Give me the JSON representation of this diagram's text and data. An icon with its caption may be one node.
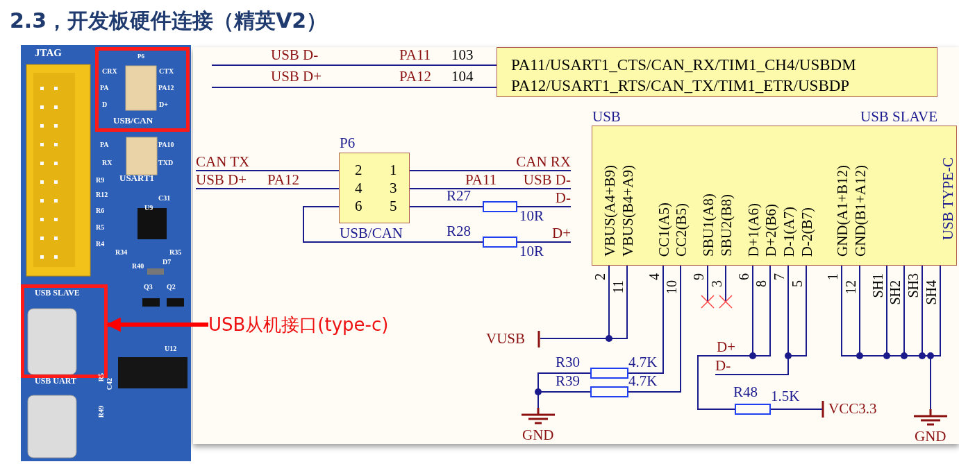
{
  "diagram": {
    "title": "2.3，开发板硬件连接（精英V2）",
    "nodes": [
      {
        "text": [],
        "shape": "picture"
      },
      {
        "text": [],
        "shape": "box",
        "in": 0
      },
      {
        "text": [],
        "shape": "box",
        "in": 0
      },
      {
        "text": [
          "USB从机接口(type-c)"
        ]
      },
      {
        "text": [
          "PA11/USART1_CTS/CAN_RX/TIM1_CH4/USBDM",
          "PA12/USART1_RTS/CAN_TX/TIM1_ETR/USBDP"
        ]
      },
      {
        "text": [
          "P6",
          "2",
          "1",
          "4",
          "3",
          "6",
          "5",
          "USB/CAN"
        ]
      },
      {
        "text": [],
        "shape": "box",
        "beside": [
          "R27",
          "10R"
        ]
      },
      {
        "text": [],
        "shape": "box",
        "beside": [
          "R28",
          "10R"
        ]
      },
      {
        "text": [
          "USB",
          "USB SLAVE",
          "VBUS(A4+B9)",
          "VBUS(B4+A9)",
          "CC1(A5)",
          "CC2(B5)",
          "SBU1(A8)",
          "SBU2(B8)",
          "D+1(A6)",
          "D+2(B6)",
          "D-1(A7)",
          "D-2(B7)",
          "GND(A1+B12)",
          "GND(B1+A12)",
          "USB TYPE-C"
        ],
        "beside": [
          "2",
          "11",
          "4",
          "10",
          "9",
          "3",
          "6",
          "8",
          "7",
          "5",
          "1",
          "12",
          "SH1",
          "SH2",
          "SH3",
          "SH4"
        ]
      },
      {
        "text": [
          "VUSB"
        ]
      },
      {
        "text": [],
        "shape": "box",
        "beside": [
          "R30",
          "4.7K"
        ]
      },
      {
        "text": [],
        "shape": "box",
        "beside": [
          "R39",
          "4.7K"
        ]
      },
      {
        "text": [
          "GND"
        ]
      },
      {
        "text": [],
        "shape": "box",
        "beside": [
          "R48",
          "1.5K"
        ]
      },
      {
        "text": [
          "VCC3.3"
        ]
      },
      {
        "text": [
          "GND"
        ]
      },
      {
        "text": [
          "CAN RX"
        ]
      },
      {
        "text": [
          "USB D-"
        ]
      },
      {
        "text": [
          "D-"
        ]
      },
      {
        "text": [
          "D+"
        ]
      },
      {
        "text": [
          "D-"
        ]
      },
      {
        "text": [
          "CAN TX"
        ]
      },
      {
        "text": [
          "USB D+"
        ]
      }
    ],
    "edges": [
      {
        "from": 3,
        "to": 2,
        "arrow": "to",
        "style": "thick",
        "color": "#ff0000"
      },
      {
        "from": 4,
        "to": null,
        "arrow": "none"
      },
      {
        "from": 4,
        "to": null,
        "arrow": "none"
      },
      {
        "from": 5,
        "to": 21,
        "arrow": "none"
      },
      {
        "from": 5,
        "to": 22,
        "arrow": "none"
      },
      {
        "from": 5,
        "to": 16,
        "arrow": "none"
      },
      {
        "from": 5,
        "to": 17,
        "arrow": "none"
      },
      {
        "from": 5,
        "to": 6,
        "arrow": "none"
      },
      {
        "from": 5,
        "to": 7,
        "arrow": "none"
      },
      {
        "from": 6,
        "to": 18,
        "arrow": "none"
      },
      {
        "from": 7,
        "to": 19,
        "arrow": "none"
      },
      {
        "from": 8,
        "to": 9,
        "arrow": "none"
      },
      {
        "from": 8,
        "to": 10,
        "arrow": "none"
      },
      {
        "from": 8,
        "to": 11,
        "arrow": "none"
      },
      {
        "from": 10,
        "to": 12,
        "arrow": "none"
      },
      {
        "from": 11,
        "to": 12,
        "arrow": "none"
      },
      {
        "from": 8,
        "to": 13,
        "arrow": "none"
      },
      {
        "from": 8,
        "to": 20,
        "arrow": "none"
      },
      {
        "from": 13,
        "to": 14,
        "arrow": "none"
      },
      {
        "from": 8,
        "to": 15,
        "arrow": "none"
      }
    ],
    "labels": [
      "JTAG",
      "P6",
      "CRX",
      "CTX",
      "PA",
      "PA12",
      "D",
      "D+",
      "USB/CAN",
      "PA",
      "PA10",
      "RX",
      "TXD",
      "R9",
      "USART1",
      "R12",
      "C31",
      "U9",
      "R6",
      "R5",
      "R4",
      "R34",
      "R35",
      "D7",
      "R40",
      "Q3",
      "Q2",
      "USB SLAVE",
      "U12",
      "USB UART",
      "R5",
      "C42",
      "R49",
      "USB D-",
      "PA11",
      "103",
      "USB D+",
      "PA12",
      "104",
      "PA12",
      "PA11",
      "D+"
    ]
  }
}
